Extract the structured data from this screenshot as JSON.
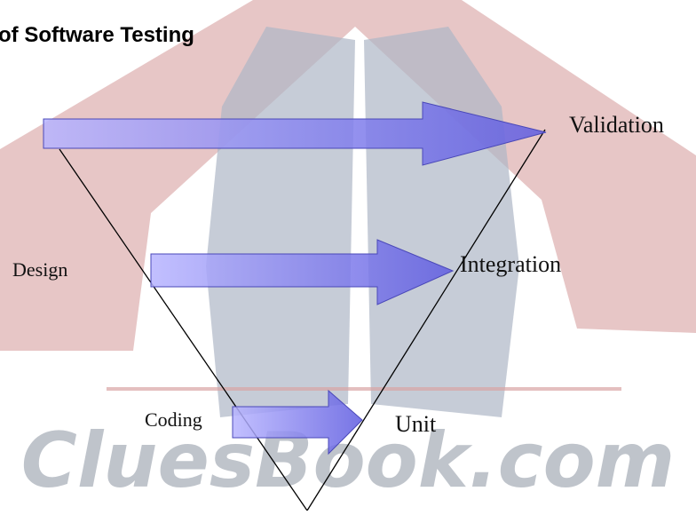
{
  "title": "of Software Testing",
  "watermark": {
    "text": "CluesBook.com",
    "red": "#d9a5a5",
    "blue": "#aab2c2",
    "text_color": "#b3b7bf"
  },
  "arrow_color": "#7b79e6",
  "left_labels": {
    "design": "Design",
    "coding": "Coding"
  },
  "right_labels": {
    "validation": "Validation",
    "integration": "Integration",
    "unit": "Unit"
  }
}
